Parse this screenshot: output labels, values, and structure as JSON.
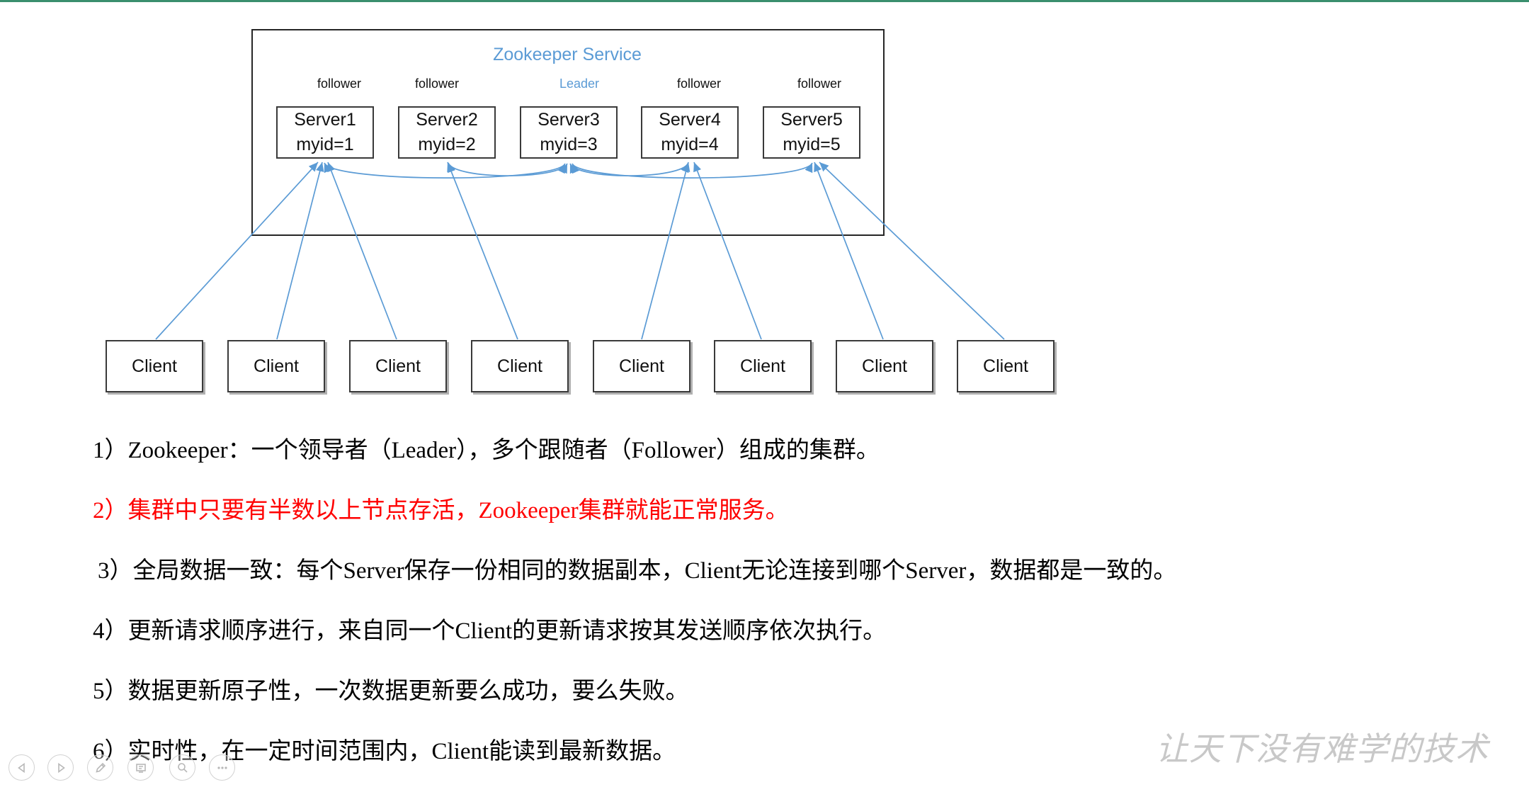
{
  "slide": {
    "diagram": {
      "service_title": "Zookeeper Service",
      "servers": [
        {
          "role": "follower",
          "name": "Server1",
          "myid": "myid=1"
        },
        {
          "role": "follower",
          "name": "Server2",
          "myid": "myid=2"
        },
        {
          "role": "Leader",
          "name": "Server3",
          "myid": "myid=3"
        },
        {
          "role": "follower",
          "name": "Server4",
          "myid": "myid=4"
        },
        {
          "role": "follower",
          "name": "Server5",
          "myid": "myid=5"
        }
      ],
      "clients": [
        "Client",
        "Client",
        "Client",
        "Client",
        "Client",
        "Client",
        "Client",
        "Client"
      ]
    },
    "points": [
      "1）Zookeeper：一个领导者（Leader），多个跟随者（Follower）组成的集群。",
      "2）集群中只要有半数以上节点存活，Zookeeper集群就能正常服务。",
      "3）全局数据一致：每个Server保存一份相同的数据副本，Client无论连接到哪个Server，数据都是一致的。",
      "4）更新请求顺序进行，来自同一个Client的更新请求按其发送顺序依次执行。",
      "5）数据更新原子性，一次数据更新要么成功，要么失败。",
      "6）实时性，在一定时间范围内，Client能读到最新数据。"
    ],
    "watermark": "让天下没有难学的技术"
  },
  "colors": {
    "accent_blue": "#5b9bd5",
    "highlight_red": "#ff0000",
    "text": "#000000",
    "top_rule": "#3a8f6e",
    "watermark": "#c8c8c8"
  },
  "controls": [
    {
      "icon": "previous-slide-icon"
    },
    {
      "icon": "next-slide-icon"
    },
    {
      "icon": "pen-icon"
    },
    {
      "icon": "slides-icon"
    },
    {
      "icon": "zoom-icon"
    },
    {
      "icon": "more-icon"
    }
  ]
}
